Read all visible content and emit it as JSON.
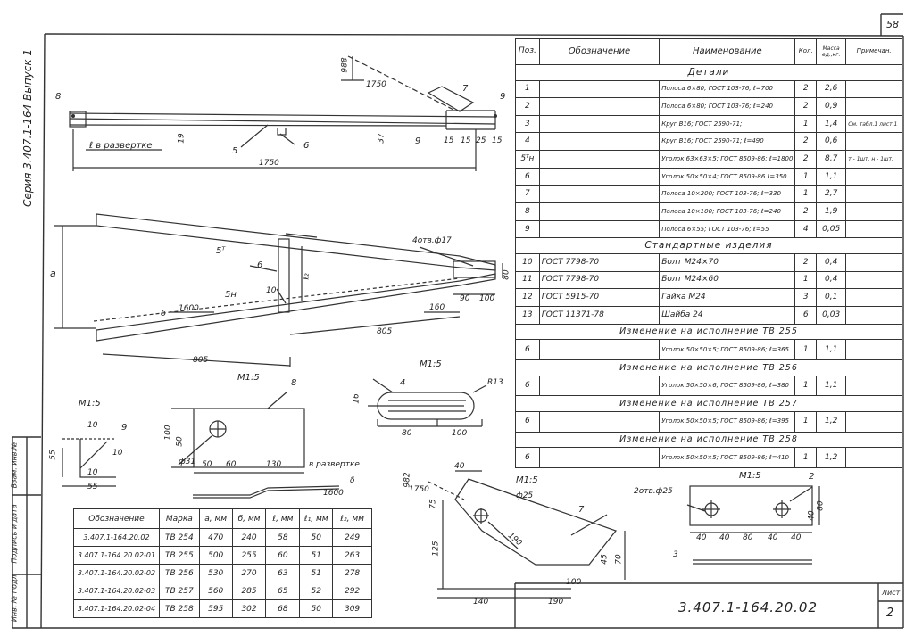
{
  "page_number": "58",
  "side_title": "Серия 3.407.1-164 Выпуск 1",
  "side_stamps": [
    "Инв. № подл.",
    "Подпись и дата",
    "Взам. инв.№"
  ],
  "spec_table": {
    "headers": [
      "Поз.",
      "Обозначение",
      "Наименование",
      "Кол.",
      "Масса ед.,кг.",
      "Примечан."
    ],
    "sections": {
      "details": "Детали",
      "standard": "Стандартные изделия"
    },
    "details_rows": [
      {
        "pos": "1",
        "name": "Полоса 6×80; ГОСТ 103-76; ℓ=700",
        "qty": "2",
        "mass": "2,6",
        "note": ""
      },
      {
        "pos": "2",
        "name": "Полоса 6×80; ГОСТ 103-76; ℓ=240",
        "qty": "2",
        "mass": "0,9",
        "note": ""
      },
      {
        "pos": "3",
        "name": "Круг В16; ГОСТ 2590-71;",
        "qty": "1",
        "mass": "1,4",
        "note": "См. табл.1 лист 1"
      },
      {
        "pos": "4",
        "name": "Круг В16; ГОСТ 2590-71; ℓ=490",
        "qty": "2",
        "mass": "0,6",
        "note": ""
      },
      {
        "pos": "5ᵀн",
        "name": "Уголок 63×63×5; ГОСТ 8509-86; ℓ=1800",
        "qty": "2",
        "mass": "8,7",
        "note": "т - 1шт. н - 1шт."
      },
      {
        "pos": "6",
        "name": "Уголок 50×50×4; ГОСТ 8509-86 ℓ=350",
        "qty": "1",
        "mass": "1,1",
        "note": ""
      },
      {
        "pos": "7",
        "name": "Полоса 10×200; ГОСТ 103-76; ℓ=330",
        "qty": "1",
        "mass": "2,7",
        "note": ""
      },
      {
        "pos": "8",
        "name": "Полоса 10×100; ГОСТ 103-76; ℓ=240",
        "qty": "2",
        "mass": "1,9",
        "note": ""
      },
      {
        "pos": "9",
        "name": "Полоса 6×55; ГОСТ 103-76; ℓ=55",
        "qty": "4",
        "mass": "0,05",
        "note": ""
      }
    ],
    "standard_rows": [
      {
        "pos": "10",
        "gost": "ГОСТ  7798-70",
        "name": "Болт М24×70",
        "qty": "2",
        "mass": "0,4"
      },
      {
        "pos": "11",
        "gost": "ГОСТ  7798-70",
        "name": "Болт М24×60",
        "qty": "1",
        "mass": "0,4"
      },
      {
        "pos": "12",
        "gost": "ГОСТ  5915-70",
        "name": "Гайка М24",
        "qty": "3",
        "mass": "0,1"
      },
      {
        "pos": "13",
        "gost": "ГОСТ  11371-78",
        "name": "Шайба 24",
        "qty": "6",
        "mass": "0,03"
      }
    ],
    "changes": [
      {
        "title": "Изменение  на  исполнение ТВ 255",
        "pos": "6",
        "name": "Уголок 50×50×5; ГОСТ 8509-86; ℓ=365",
        "qty": "1",
        "mass": "1,1"
      },
      {
        "title": "Изменение  на  исполнение  ТВ 256",
        "pos": "6",
        "name": "Уголок 50×50×6; ГОСТ 8509-86; ℓ=380",
        "qty": "1",
        "mass": "1,1"
      },
      {
        "title": "Изменение  на  исполнение  ТВ 257",
        "pos": "6",
        "name": "Уголок 50×50×5; ГОСТ 8509-86; ℓ=395",
        "qty": "1",
        "mass": "1,2"
      },
      {
        "title": "Изменение  на  исполнение  ТВ 258",
        "pos": "6",
        "name": "Уголок 50×50×5; ГОСТ 8509-86; ℓ=410",
        "qty": "1",
        "mass": "1,2"
      }
    ]
  },
  "variants_table": {
    "headers": [
      "Обозначение",
      "Марка",
      "a, мм",
      "б, мм",
      "ℓ, мм",
      "ℓ₁, мм",
      "ℓ₂, мм"
    ],
    "rows": [
      [
        "3.407.1-164.20.02",
        "ТВ 254",
        "470",
        "240",
        "58",
        "50",
        "249"
      ],
      [
        "3.407.1-164.20.02-01",
        "ТВ 255",
        "500",
        "255",
        "60",
        "51",
        "263"
      ],
      [
        "3.407.1-164.20.02-02",
        "ТВ 256",
        "530",
        "270",
        "63",
        "51",
        "278"
      ],
      [
        "3.407.1-164.20.02-03",
        "ТВ 257",
        "560",
        "285",
        "65",
        "52",
        "292"
      ],
      [
        "3.407.1-164.20.02-04",
        "ТВ 258",
        "595",
        "302",
        "68",
        "50",
        "309"
      ]
    ]
  },
  "title_block": {
    "code": "3.407.1-164.20.02",
    "sheet_label": "Лист",
    "sheet_number": "2"
  },
  "drawing": {
    "top_view": {
      "labels": [
        "8",
        "7",
        "9",
        "5",
        "6",
        "9"
      ],
      "notes": [
        "ℓ в развертке"
      ],
      "dims": [
        "1750",
        "1750",
        "988",
        "19",
        "37",
        "15",
        "15",
        "25",
        "15"
      ]
    },
    "main_view": {
      "labels": [
        "5ᵀ",
        "5н",
        "6",
        "10",
        "δ"
      ],
      "notes": [
        "4отв.ф17"
      ],
      "dims": [
        "a",
        "ℓ₂",
        "1600",
        "160",
        "90",
        "100",
        "80",
        "805",
        "805"
      ]
    },
    "detail_9": {
      "scale": "М1:5",
      "labels": [
        "9"
      ],
      "dims": [
        "10",
        "10",
        "55",
        "10",
        "55"
      ]
    },
    "detail_8": {
      "scale": "М1:5",
      "labels": [
        "8"
      ],
      "notes": [
        "ф31",
        "в развертке",
        "δ"
      ],
      "dims": [
        "100",
        "50",
        "50",
        "60",
        "130",
        "1600"
      ]
    },
    "detail_4": {
      "scale": "М1:5",
      "labels": [
        "4",
        "R13"
      ],
      "dims": [
        "16",
        "80",
        "100"
      ]
    },
    "detail_7": {
      "scale": "М1:5",
      "labels": [
        "7"
      ],
      "notes": [
        "ф25"
      ],
      "dims": [
        "40",
        "982",
        "1750",
        "75",
        "125",
        "190",
        "45",
        "70",
        "100",
        "140",
        "190"
      ]
    },
    "detail_2": {
      "scale": "М1:5",
      "labels": [
        "2"
      ],
      "notes": [
        "2отв.ф25"
      ],
      "dims": [
        "40",
        "40",
        "80",
        "40",
        "40",
        "40",
        "80",
        "3"
      ]
    }
  }
}
